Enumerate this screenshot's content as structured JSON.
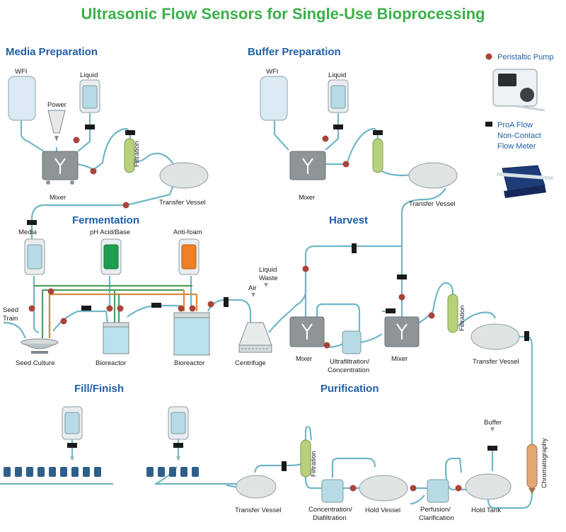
{
  "title": "Ultrasonic Flow Sensors for Single-Use Bioprocessing",
  "sections": {
    "media": "Media Preparation",
    "buffer": "Buffer Preparation",
    "fermentation": "Fermentation",
    "harvest": "Harvest",
    "fill": "Fill/Finish",
    "purification": "Purification"
  },
  "legend": {
    "pump": "Peristaltic Pump",
    "flow_meter_1": "ProA Flow",
    "flow_meter_2": "Non-Contact",
    "flow_meter_3": "Flow Meter"
  },
  "labels": {
    "wfi": "WFI",
    "liquid": "Liquid",
    "power": "Power",
    "mixer": "Mixer",
    "filtration": "Filtration",
    "transfer_vessel": "Transfer Vessel",
    "media": "Media",
    "ph": "pH Acid/Base",
    "antifoam": "Anti-foam",
    "seed_train_1": "Seed",
    "seed_train_2": "Train",
    "seed_culture": "Seed Culture",
    "bioreactor": "Bioreactor",
    "air": "Air",
    "liquid_waste_1": "Liquid",
    "liquid_waste_2": "Waste",
    "centrifuge": "Centrifuge",
    "uf_1": "Ultrafiltration/",
    "uf_2": "Concentration",
    "buffer": "Buffer",
    "chromatography": "Chromatography",
    "conc_1": "Concentration/",
    "conc_2": "Diafiltration",
    "hold_vessel": "Hold Vessel",
    "perf_1": "Perfusion/",
    "perf_2": "Clarification",
    "hold_tank": "Hold Tank"
  },
  "colors": {
    "title": "#3bb04a",
    "section": "#1f5fa6",
    "tube": "#6fb7c6",
    "pump": "#a8443a",
    "meter": "#1a1a1a",
    "vessel": "#dfe3e4",
    "mixer": "#8f9497",
    "ph_bag": "#1e9e4f",
    "antifoam_bag": "#ef7f25",
    "filter": "#b7d07a",
    "chromatography": "#e2a874",
    "feed_green": "#4f9d5d",
    "feed_orange": "#d88a3f"
  }
}
